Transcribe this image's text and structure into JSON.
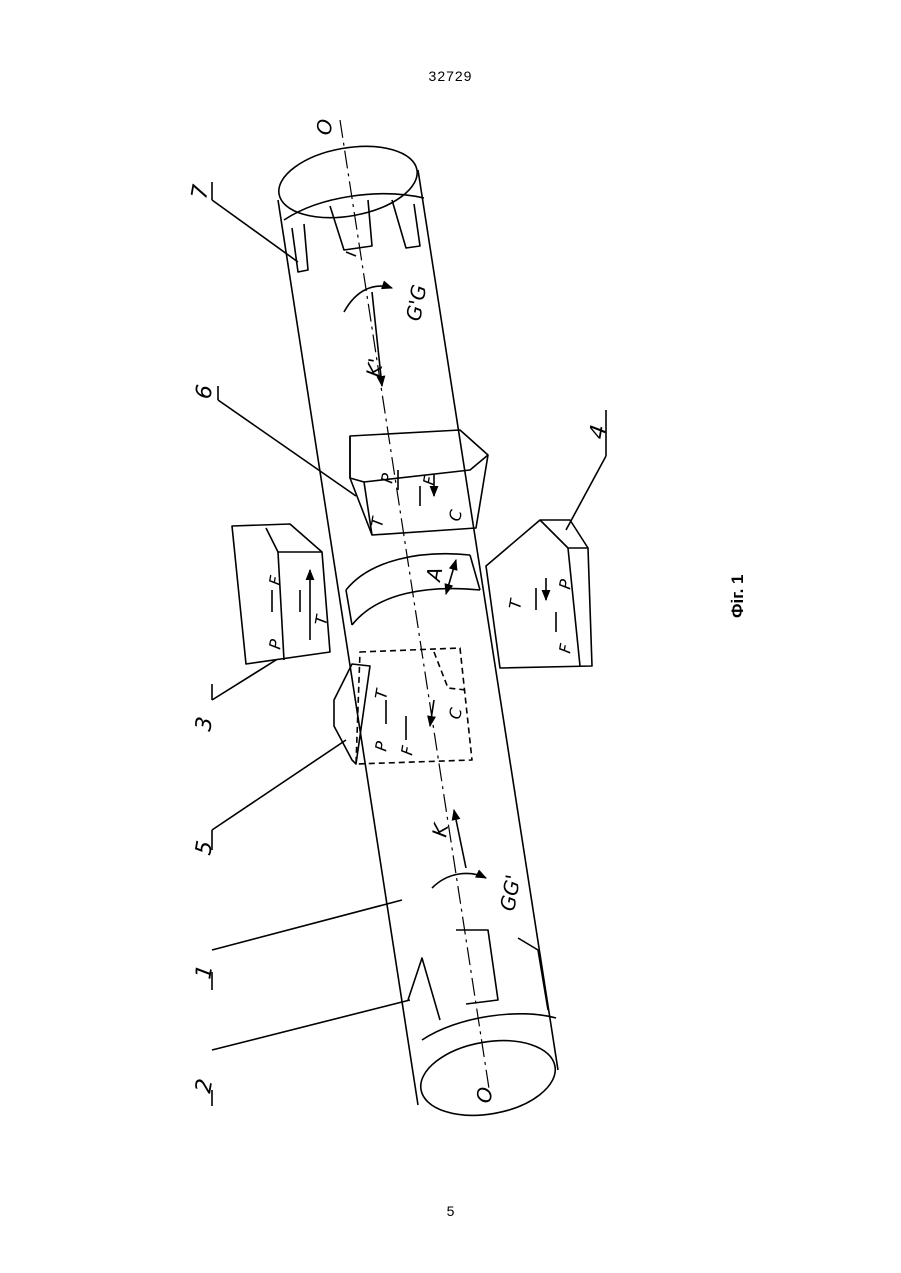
{
  "header": {
    "doc_number": "32729"
  },
  "footer": {
    "page_number": "5"
  },
  "figure": {
    "caption": "Фіг. 1",
    "callouts": [
      "1",
      "2",
      "3",
      "4",
      "5",
      "6",
      "7"
    ],
    "axis_labels": {
      "top": "O",
      "bottom": "O"
    },
    "shaft_labels": {
      "left_direction": "K",
      "right_direction": "K'",
      "left_rotation": "GG'",
      "right_rotation": "G'G",
      "ring_rotation": "A"
    },
    "die_labels": {
      "die3": {
        "p": "P",
        "f": "F",
        "t": "T"
      },
      "die4": {
        "p": "P",
        "f": "F",
        "t": "T"
      },
      "die5": {
        "p": "P",
        "f": "F",
        "t": "T",
        "c": "C"
      },
      "die6": {
        "p": "P",
        "f": "F",
        "t": "T",
        "c": "C"
      }
    }
  }
}
